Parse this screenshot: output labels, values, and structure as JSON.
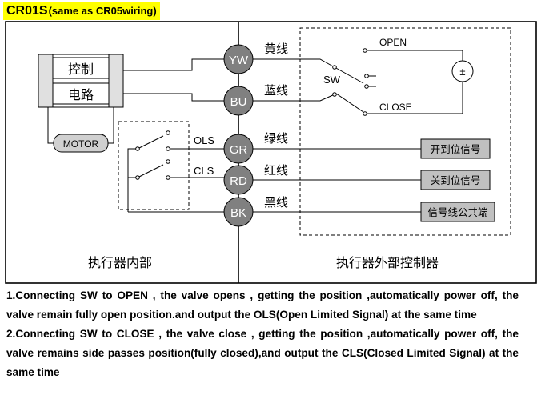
{
  "title": {
    "main": "CR01S",
    "sub": "(same as CR05wiring)"
  },
  "control_box": {
    "line1": "控制",
    "line2": "电路"
  },
  "motor_label": "MOTOR",
  "nodes": [
    "YW",
    "BU",
    "GR",
    "RD",
    "BK"
  ],
  "wires": [
    "黄线",
    "蓝线",
    "绿线",
    "红线",
    "黑线"
  ],
  "switch_labels": {
    "ols": "OLS",
    "cls": "CLS",
    "sw": "SW",
    "open": "OPEN",
    "close": "CLOSE",
    "power": "±"
  },
  "signal_boxes": [
    "开到位信号",
    "关到位信号",
    "信号线公共端"
  ],
  "sections": {
    "inner": "执行器内部",
    "outer": "执行器外部控制器"
  },
  "colors": {
    "title_highlight": "#ffff00",
    "node_fill": "#808080",
    "box_fill": "#c0c0c0"
  },
  "description": [
    "1.Connecting SW to OPEN , the valve opens , getting the position ,automatically power off, the valve remain fully open position.and output the OLS(Open Limited Signal) at the same time",
    "2.Connecting SW to CLOSE , the valve close , getting the position ,automatically power off, the valve remains side passes position(fully closed),and output the CLS(Closed Limited Signal) at the same time"
  ]
}
